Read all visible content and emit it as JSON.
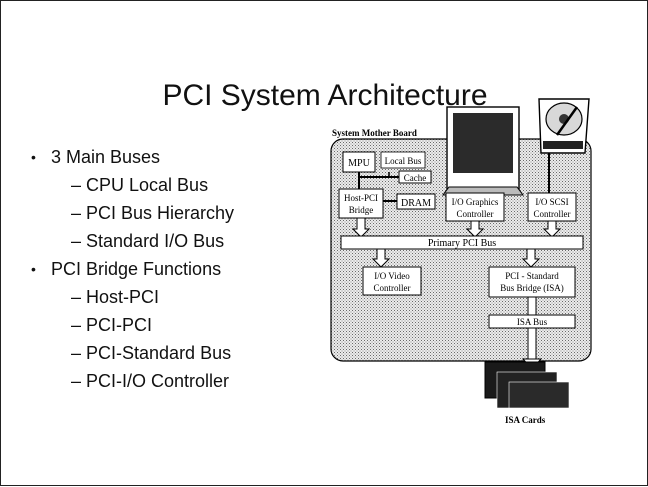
{
  "slide": {
    "title": "PCI System Architecture",
    "bullets": [
      {
        "text": "3 Main Buses",
        "subitems": [
          "CPU Local Bus",
          "PCI Bus Hierarchy",
          "Standard I/O Bus"
        ]
      },
      {
        "text": "PCI Bridge Functions",
        "subitems": [
          "Host-PCI",
          "PCI-PCI",
          "PCI-Standard Bus",
          "PCI-I/O Controller"
        ]
      }
    ]
  },
  "diagram": {
    "board_label": "System Mother Board",
    "mpu": "MPU",
    "local_bus": "Local Bus",
    "cache": "Cache",
    "host_pci": [
      "Host-PCI",
      "Bridge"
    ],
    "dram": "DRAM",
    "graphics": [
      "I/O Graphics",
      "Controller"
    ],
    "scsi": [
      "I/O SCSI",
      "Controller"
    ],
    "primary_bus": "Primary PCI Bus",
    "video": [
      "I/O Video",
      "Controller"
    ],
    "isa_bridge": [
      "PCI - Standard",
      "Bus Bridge (ISA)"
    ],
    "isa_bus": "ISA Bus",
    "isa_cards": "ISA Cards"
  }
}
